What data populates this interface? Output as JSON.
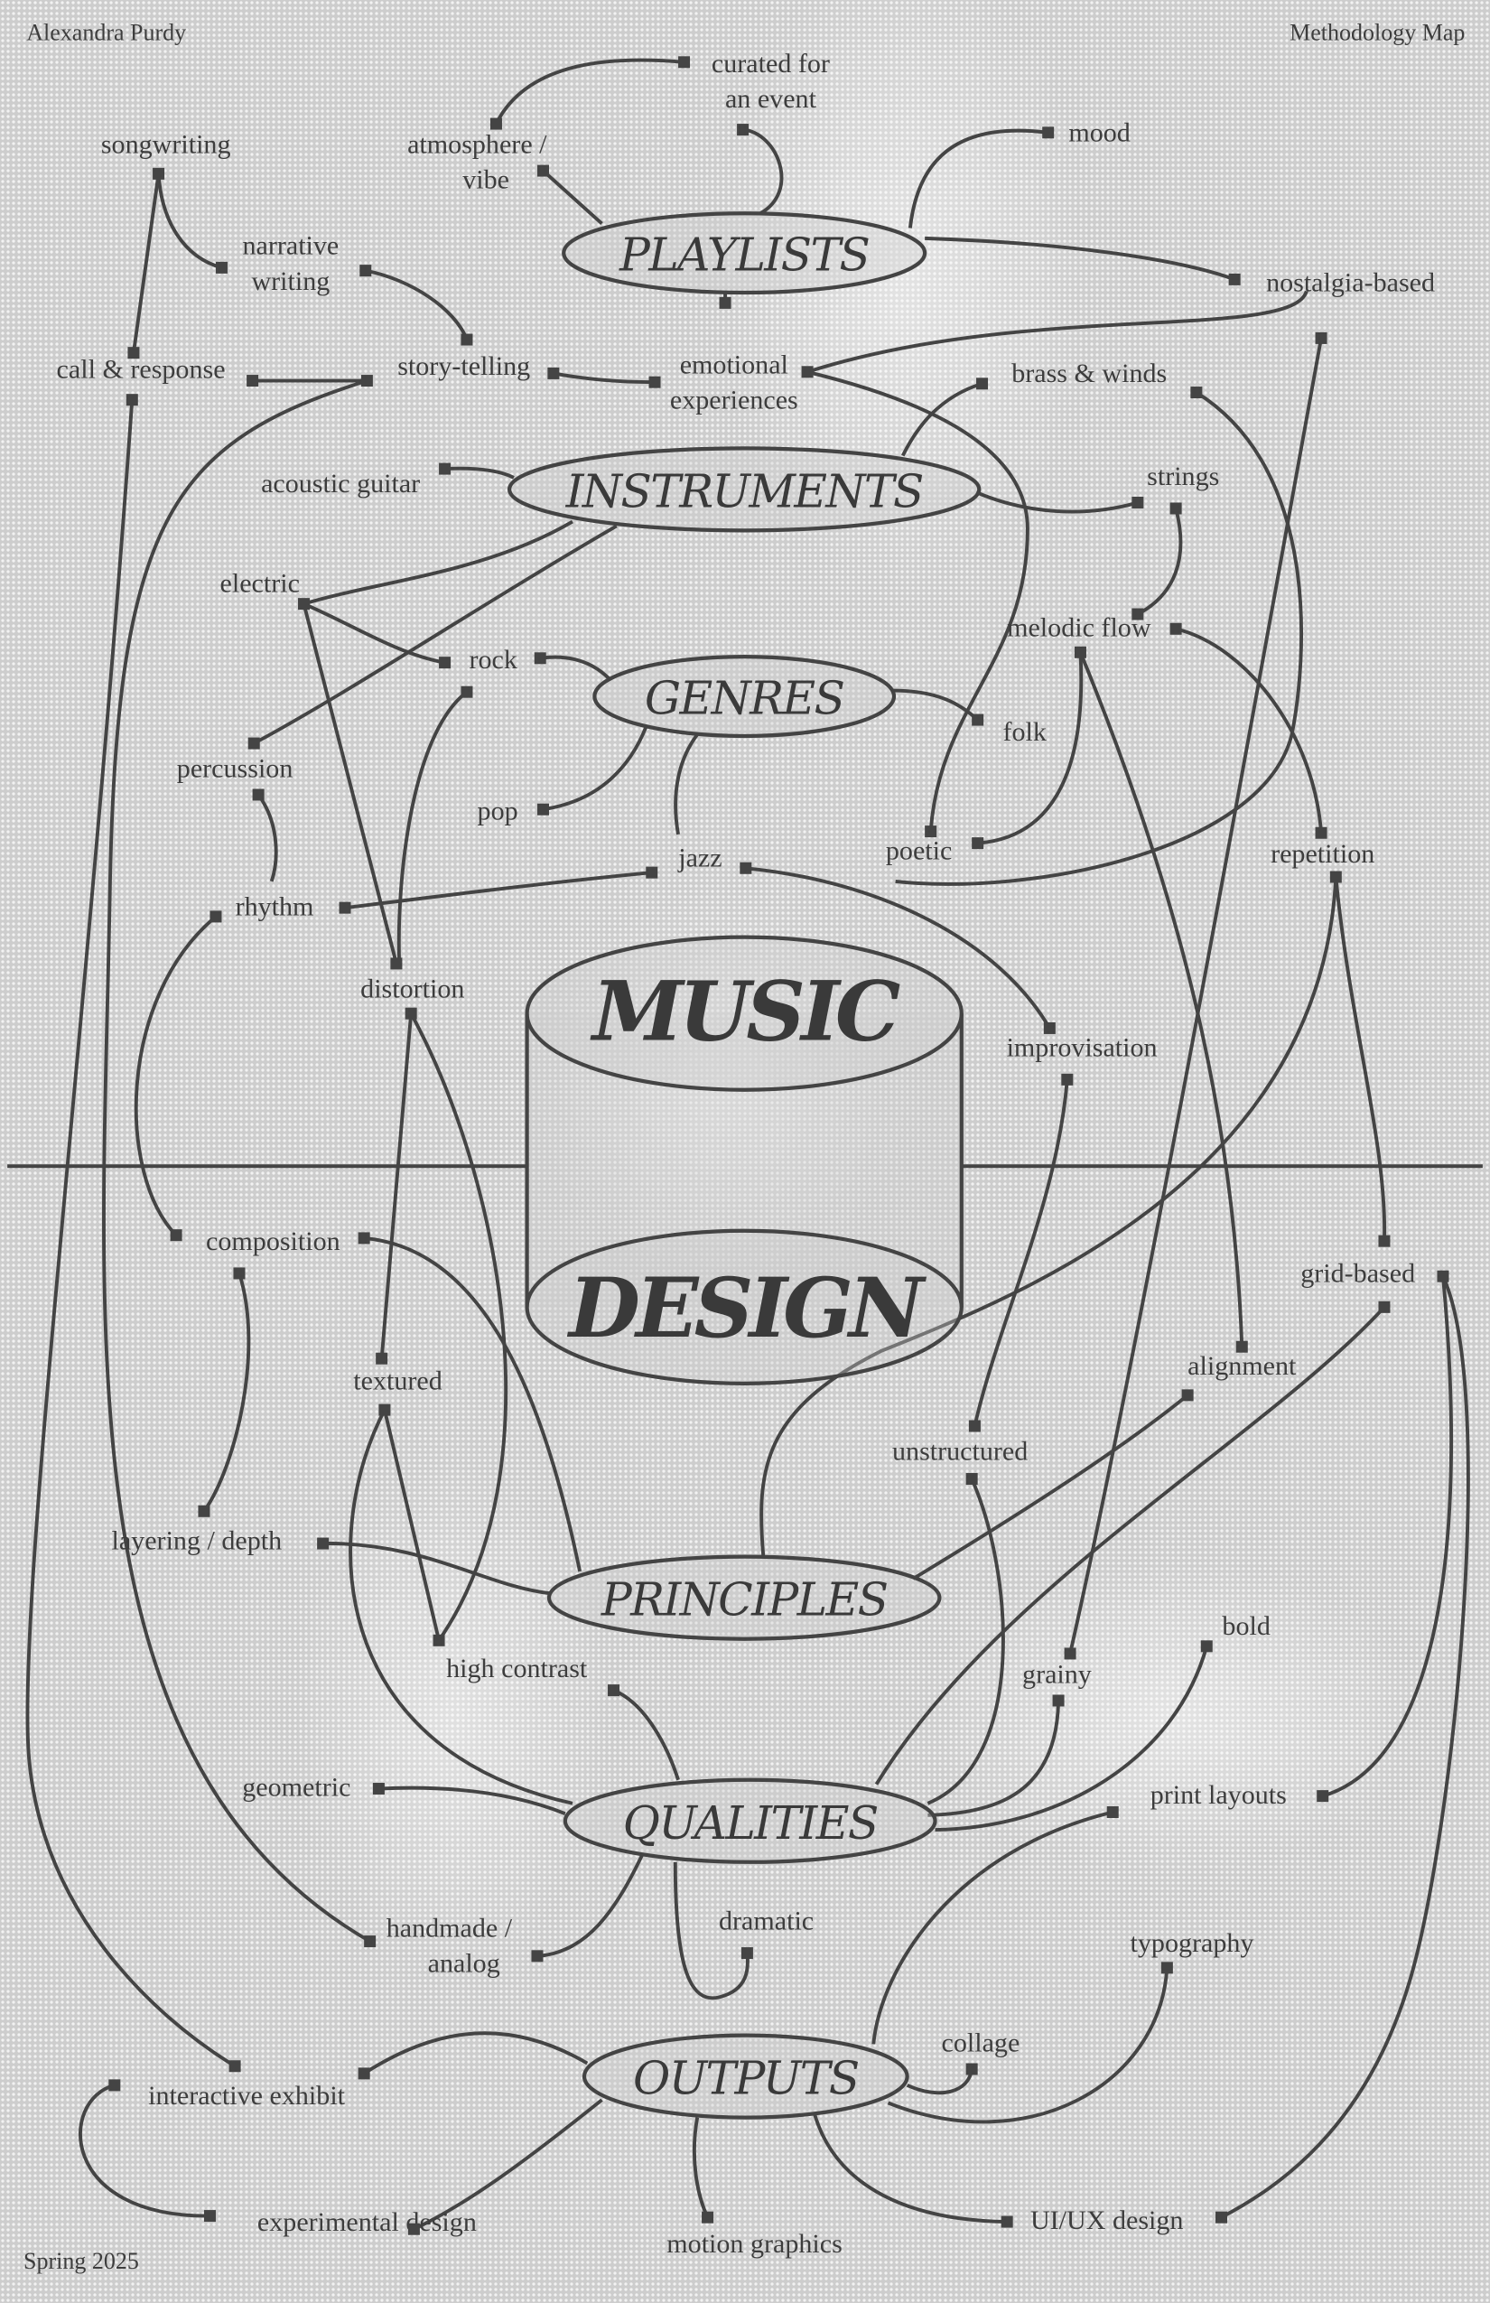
{
  "header": {
    "author": "Alexandra Purdy",
    "title": "Methodology Map",
    "term": "Spring 2025"
  },
  "hubs": {
    "playlists": "PLAYLISTS",
    "instruments": "INSTRUMENTS",
    "genres": "GENRES",
    "music": "MUSIC",
    "design": "DESIGN",
    "principles": "PRINCIPLES",
    "qualities": "QUALITIES",
    "outputs": "OUTPUTS"
  },
  "nodes": {
    "curated": [
      "curated for",
      "an event"
    ],
    "mood": "mood",
    "songwriting": "songwriting",
    "atmosphere": [
      "atmosphere /",
      "vibe"
    ],
    "narrative": [
      "narrative",
      "writing"
    ],
    "nostalgia": "nostalgia-based",
    "call_response": "call & response",
    "story_telling": "story-telling",
    "emotional": [
      "emotional",
      "experiences"
    ],
    "brass": "brass & winds",
    "acoustic": "acoustic guitar",
    "strings": "strings",
    "electric": "electric",
    "melodic": "melodic flow",
    "rock": "rock",
    "folk": "folk",
    "percussion": "percussion",
    "pop": "pop",
    "poetic": "poetic",
    "jazz": "jazz",
    "repetition": "repetition",
    "rhythm": "rhythm",
    "distortion": "distortion",
    "improvisation": "improvisation",
    "composition": "composition",
    "grid": "grid-based",
    "textured": "textured",
    "alignment": "alignment",
    "unstructured": "unstructured",
    "layering": "layering / depth",
    "bold": "bold",
    "high_contrast": "high contrast",
    "grainy": "grainy",
    "geometric": "geometric",
    "print": "print layouts",
    "handmade": [
      "handmade /",
      "analog"
    ],
    "dramatic": "dramatic",
    "typography": "typography",
    "collage": "collage",
    "interactive": "interactive exhibit",
    "experimental": "experimental design",
    "motion": "motion graphics",
    "uiux": "UI/UX design"
  }
}
